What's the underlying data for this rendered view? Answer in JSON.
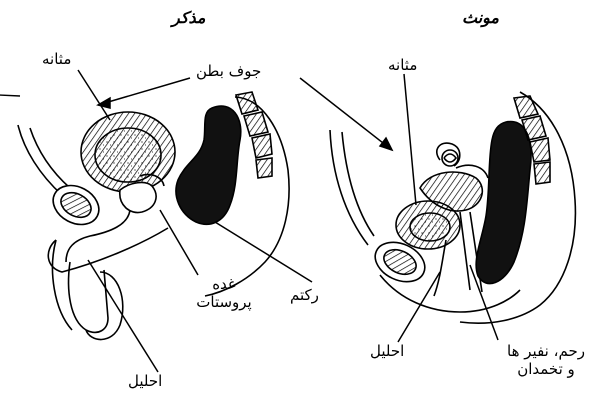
{
  "titles": {
    "male": "مذکر",
    "female": "مونث"
  },
  "labels": {
    "male_bladder": "مثانه",
    "abdominal_cavity": "جوف بطن",
    "female_bladder": "مثانه",
    "prostate_line1": "غده",
    "prostate_line2": "پروستات",
    "rectum": "رکتم",
    "male_urethra": "احلیل",
    "female_urethra": "احلیل",
    "uterus_line1": "رحم، نفیر ها",
    "uterus_line2": "و تخمدان"
  },
  "colors": {
    "ink": "#000000",
    "paper": "#ffffff"
  }
}
